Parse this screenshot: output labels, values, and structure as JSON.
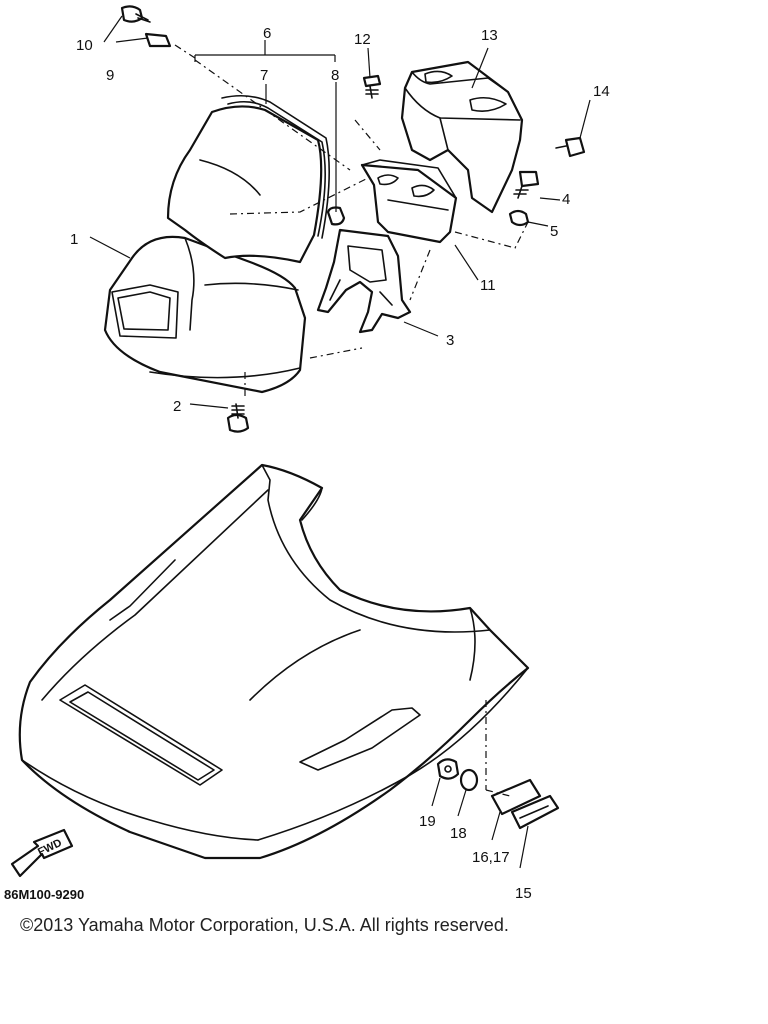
{
  "diagram": {
    "callouts": {
      "c1": "1",
      "c2": "2",
      "c3": "3",
      "c4": "4",
      "c5": "5",
      "c6": "6",
      "c7": "7",
      "c8": "8",
      "c9": "9",
      "c10": "10",
      "c11": "11",
      "c12": "12",
      "c13": "13",
      "c14": "14",
      "c15": "15",
      "c16_17": "16,17",
      "c18": "18",
      "c19": "19"
    },
    "fwd_label": "FWD",
    "drawing_code": "86M100-9290"
  },
  "footer": {
    "copyright": "©2013 Yamaha Motor Corporation, U.S.A. All rights reserved."
  }
}
